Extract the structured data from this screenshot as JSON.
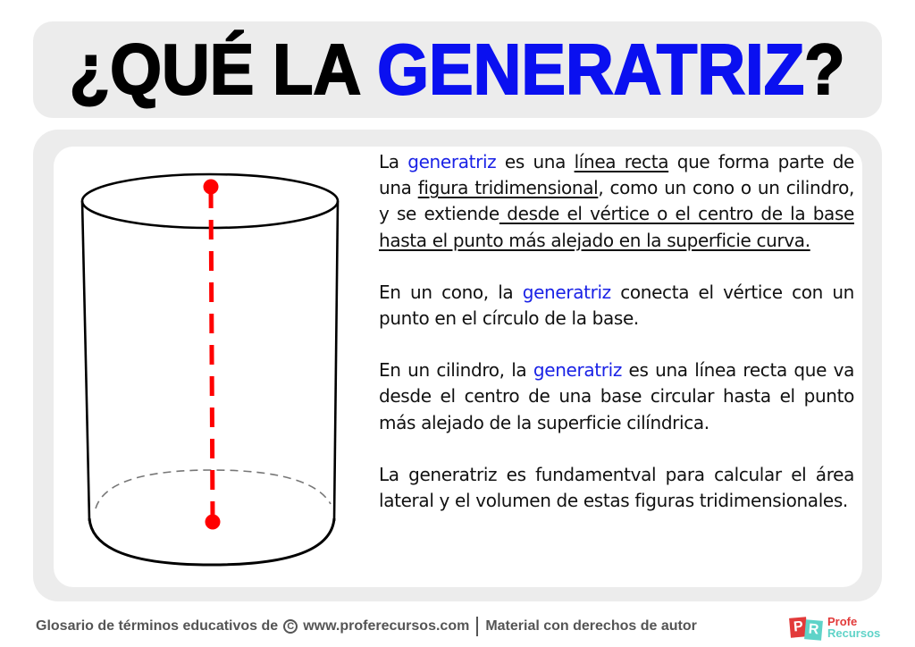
{
  "header": {
    "title_prefix": "¿QUÉ LA ",
    "title_accent": "GENERATRIZ",
    "title_suffix": "?",
    "accent_color": "#0a10f0"
  },
  "figure": {
    "shape": "cylinder",
    "stroke_color": "#000000",
    "generatrix_color": "#ff0000",
    "hidden_edge_color": "#777777",
    "generatrix_style": "dashed"
  },
  "content": {
    "p1": {
      "t1": "La ",
      "kw1": "generatriz",
      "t2": " es una ",
      "u1": "línea recta",
      "t3": " que forma parte de una ",
      "u2": "figura tridimensional",
      "t4": ", como un cono o un cilindro, y se extiende",
      "u3": " desde el vértice o el centro de la base hasta el punto más alejado en la superficie curva."
    },
    "p2": {
      "t1": "En un cono, la ",
      "kw1": "generatriz",
      "t2": " conecta el vértice con un punto en el círculo de la base."
    },
    "p3": {
      "t1": "En un cilindro, la ",
      "kw1": "generatriz",
      "t2": " es una línea recta que va desde el centro de una base circular hasta el punto más alejado de la superficie cilíndrica."
    },
    "p4": {
      "t1": "La generatriz es fundamentval para calcular el área lateral y el volumen de estas figuras tridimensionales."
    }
  },
  "footer": {
    "glossary_text": "Glosario de términos educativos de",
    "copyright_symbol": "C",
    "website": "www.proferecursos.com",
    "rights_text": "Material con derechos de autor"
  },
  "logo": {
    "letter1": "P",
    "letter2": "R",
    "word1": "Profe",
    "word2": "Recursos"
  }
}
